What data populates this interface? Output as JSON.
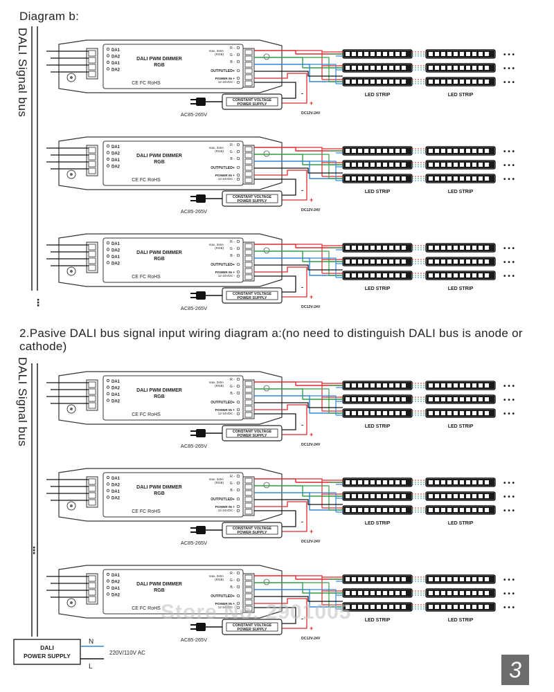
{
  "title_b": "Diagram b:",
  "dali_bus_label": "DALI Signal bus",
  "heading_a": "2.Pasive DALI bus signal input wiring diagram a:(no need to distinguish DALI bus is anode or  cathode)",
  "dimmer": {
    "title_line1": "DALI PWM DIMMER",
    "title_line2": "RGB",
    "inputs": [
      "DA1",
      "DA2",
      "DA1",
      "DA2"
    ],
    "rating_line1": "max. 3x5A",
    "rating_line2": "(RGB)",
    "outputs": [
      "R -",
      "G -",
      "B -",
      "OUTPUTLED+"
    ],
    "power_in_line1": "POWER IN +",
    "power_in_line2": "12-24VDC -",
    "certs": "CE FC RoHS"
  },
  "psu_line1": "CONSTANT VOLTAGE",
  "psu_line2": "POWER SUPPLY",
  "ac_label": "AC85-265V",
  "dc_label": "DC12V-24V",
  "led_strip_label": "LED STRIP",
  "ellipsis": "• • •",
  "bus_ellipsis": "⋮",
  "dali_psu_line1": "DALI",
  "dali_psu_line2": "POWER SUPPLY",
  "n_label": "N",
  "l_label": "L",
  "mains_label": "220V/110V AC",
  "watermark": "Store No. 2901005",
  "page_number": "3",
  "colors": {
    "red": "#e0262b",
    "green": "#2e9e46",
    "blue": "#2f86d6",
    "wire": "#111111"
  }
}
